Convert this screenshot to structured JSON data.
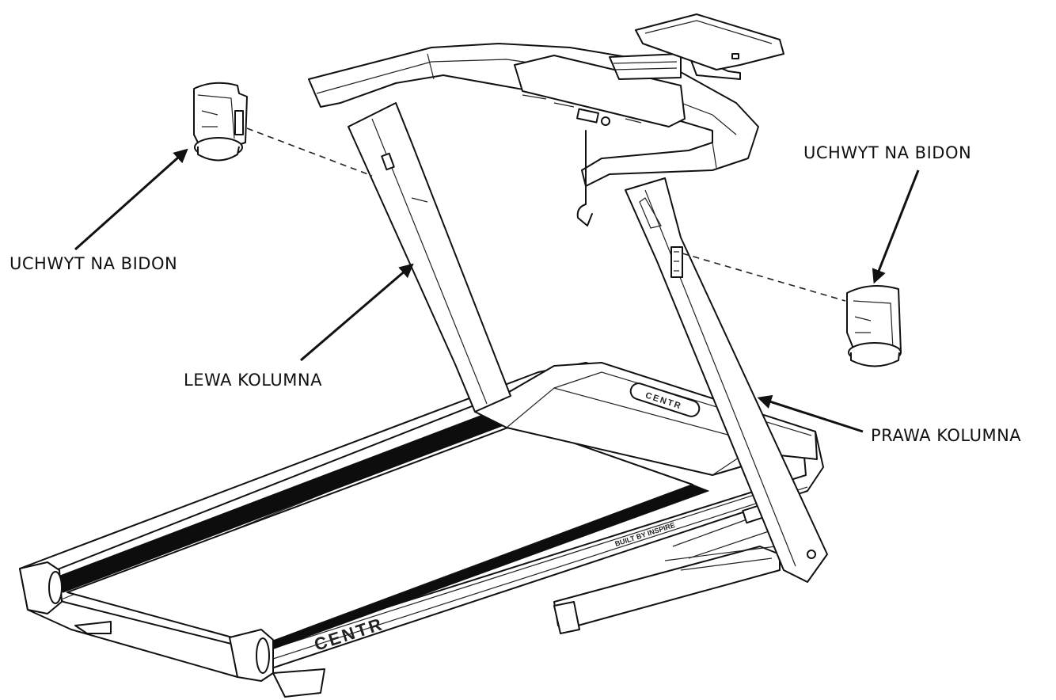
{
  "labels": {
    "cup_holder_left": "UCHWYT NA BIDON",
    "cup_holder_right": "UCHWYT NA BIDON",
    "left_column": "LEWA KOLUMNA",
    "right_column": "PRAWA KOLUMNA"
  },
  "branding": {
    "deck_logo": "CENTR",
    "motor_cover_logo": "CENTR",
    "built_by": "BUILT BY INSPIRE"
  },
  "icons": [
    "treadmill-illustration",
    "cup-holder-icon",
    "arrow-icon",
    "dashed-guide-line"
  ]
}
